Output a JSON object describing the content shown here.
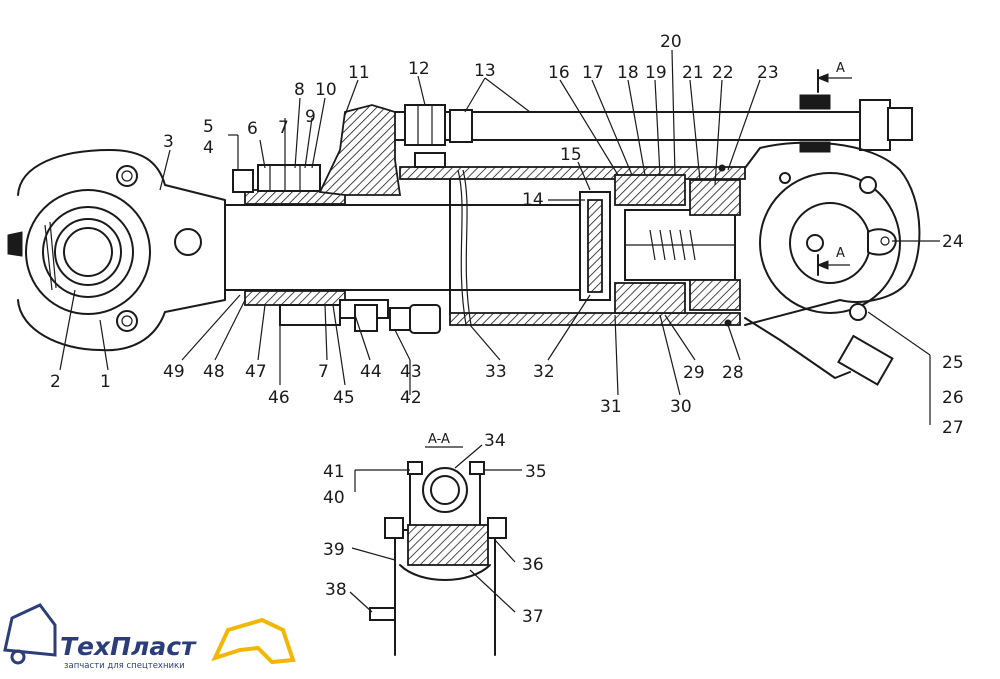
{
  "callouts": {
    "c1": "1",
    "c2": "2",
    "c3": "3",
    "c4": "4",
    "c5": "5",
    "c6": "6",
    "c7a": "7",
    "c8": "8",
    "c9": "9",
    "c10": "10",
    "c11": "11",
    "c12": "12",
    "c13": "13",
    "c14": "14",
    "c15": "15",
    "c16": "16",
    "c17": "17",
    "c18": "18",
    "c19": "19",
    "c20": "20",
    "c21": "21",
    "c22": "22",
    "c23": "23",
    "c24": "24",
    "c25": "25",
    "c26": "26",
    "c27": "27",
    "c28": "28",
    "c29": "29",
    "c30": "30",
    "c31": "31",
    "c32": "32",
    "c33": "33",
    "c34": "34",
    "c35": "35",
    "c36": "36",
    "c37": "37",
    "c38": "38",
    "c39": "39",
    "c40": "40",
    "c41": "41",
    "c42": "42",
    "c43": "43",
    "c44": "44",
    "c45": "45",
    "c46": "46",
    "c47": "47",
    "c7b": "7",
    "c48": "48",
    "c49": "49"
  },
  "section": {
    "title": "A-A",
    "marker_top": "A",
    "marker_mid": "A"
  },
  "logo": {
    "name": "ТехПласт",
    "tagline": "запчасти для спецтехники",
    "color": "#2c3e7a",
    "accent": "#f2b705"
  }
}
